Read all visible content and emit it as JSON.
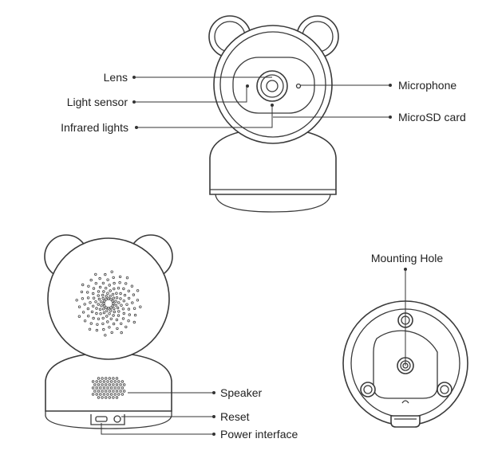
{
  "front_view": {
    "labels": {
      "lens": "Lens",
      "light_sensor": "Light sensor",
      "infrared_lights": "Infrared lights",
      "microphone": "Microphone",
      "microsd_card": "MicroSD card"
    }
  },
  "back_view": {
    "labels": {
      "speaker": "Speaker",
      "reset": "Reset",
      "power_interface": "Power interface"
    }
  },
  "bottom_view": {
    "labels": {
      "mounting_hole": "Mounting Hole"
    }
  },
  "colors": {
    "outline": "#3a3a3a",
    "text": "#222222",
    "background": "#ffffff"
  }
}
